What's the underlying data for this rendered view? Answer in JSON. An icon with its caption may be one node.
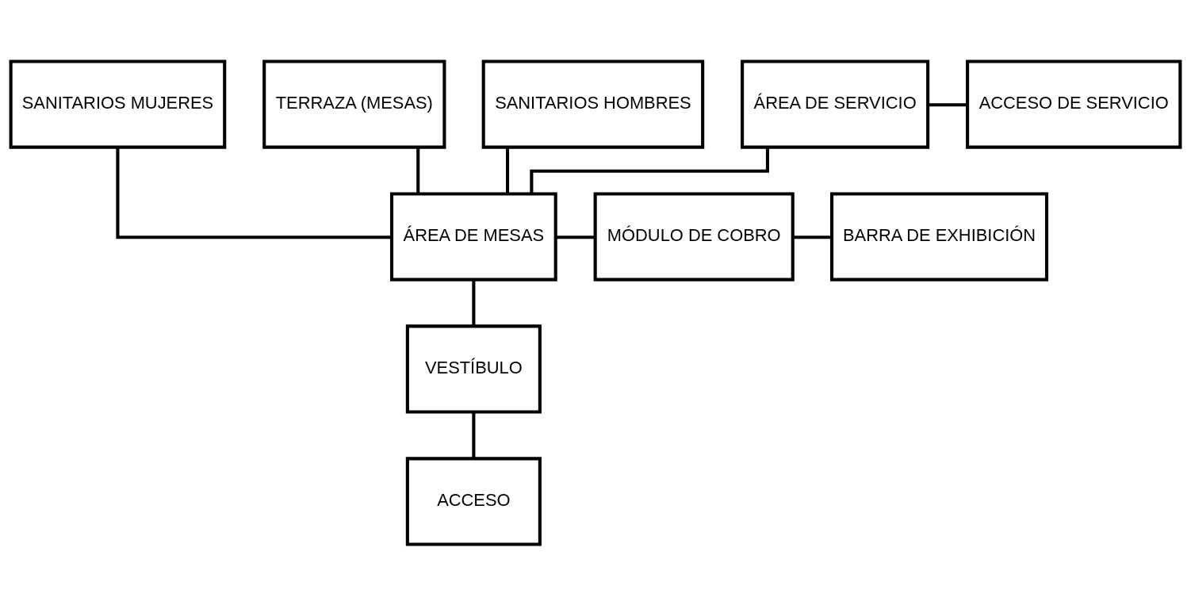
{
  "diagram": {
    "nodes": [
      {
        "text": [
          "SANITARIOS MUJERES"
        ]
      },
      {
        "text": [
          "TERRAZA (MESAS)"
        ]
      },
      {
        "text": [
          "SANITARIOS HOMBRES"
        ]
      },
      {
        "text": [
          "ÁREA DE SERVICIO"
        ]
      },
      {
        "text": [
          "ACCESO DE SERVICIO"
        ]
      },
      {
        "text": [
          "ÁREA DE MESAS"
        ]
      },
      {
        "text": [
          "MÓDULO DE COBRO"
        ]
      },
      {
        "text": [
          "BARRA DE EXHIBICIÓN"
        ]
      },
      {
        "text": [
          "VESTÍBULO"
        ]
      },
      {
        "text": [
          "ACCESO"
        ]
      }
    ],
    "edges": [
      {
        "from": 0,
        "to": 5,
        "arrow": "none"
      },
      {
        "from": 1,
        "to": 5,
        "arrow": "none"
      },
      {
        "from": 2,
        "to": 5,
        "arrow": "none"
      },
      {
        "from": 3,
        "to": 5,
        "arrow": "none"
      },
      {
        "from": 3,
        "to": 4,
        "arrow": "none"
      },
      {
        "from": 5,
        "to": 6,
        "arrow": "none"
      },
      {
        "from": 6,
        "to": 7,
        "arrow": "none"
      },
      {
        "from": 5,
        "to": 8,
        "arrow": "none"
      },
      {
        "from": 8,
        "to": 9,
        "arrow": "none"
      }
    ]
  }
}
